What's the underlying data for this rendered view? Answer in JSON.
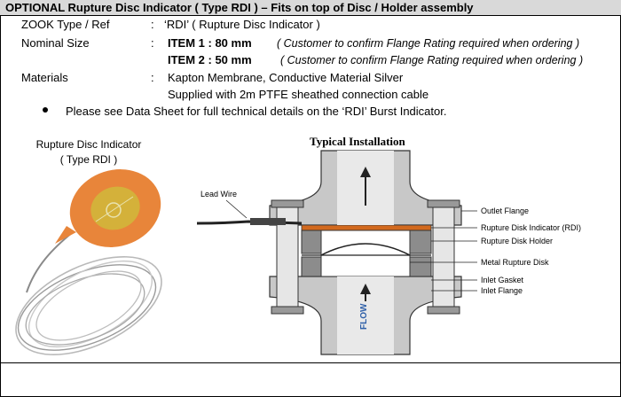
{
  "header": {
    "title": "OPTIONAL Rupture Disc Indicator ( Type RDI  ) – Fits on top of Disc / Holder assembly"
  },
  "specs": {
    "type_label": "ZOOK Type / Ref",
    "type_colon": ":",
    "type_value": "‘RDI’ ( Rupture Disc Indicator )",
    "size_label": "Nominal Size",
    "size_colon": ":",
    "item1_value": "ITEM  1  :  80 mm",
    "item1_note": "( Customer to confirm Flange Rating required when ordering )",
    "item2_value": "ITEM  2  :  50 mm",
    "item2_note": "( Customer to confirm Flange Rating required when ordering )",
    "materials_label": "Materials",
    "materials_colon": ":",
    "materials_value": "Kapton Membrane, Conductive Material Silver",
    "materials_value2": "Supplied with 2m PTFE sheathed connection cable",
    "bullet_text": "Please see Data Sheet for full technical details on the ‘RDI’ Burst Indicator."
  },
  "product": {
    "caption_line1": "Rupture Disc Indicator",
    "caption_line2": "( Type RDI )",
    "disc_color": "#e8853a",
    "pad_color": "#d4b13a"
  },
  "diagram": {
    "title": "Typical Installation",
    "lead_wire": "Lead Wire",
    "flow": "FLOW",
    "callouts": {
      "outlet_flange": "Outlet Flange",
      "rdi": "Rupture Disk Indicator (RDI)",
      "holder": "Rupture Disk Holder",
      "metal_disk": "Metal Rupture Disk",
      "inlet_gasket": "Inlet Gasket",
      "inlet_flange": "Inlet Flange"
    },
    "colors": {
      "flange": "#c8c8c8",
      "holder": "#8c8c8c",
      "rdi_band": "#d2691e",
      "flow_text": "#2e5fa8"
    }
  }
}
